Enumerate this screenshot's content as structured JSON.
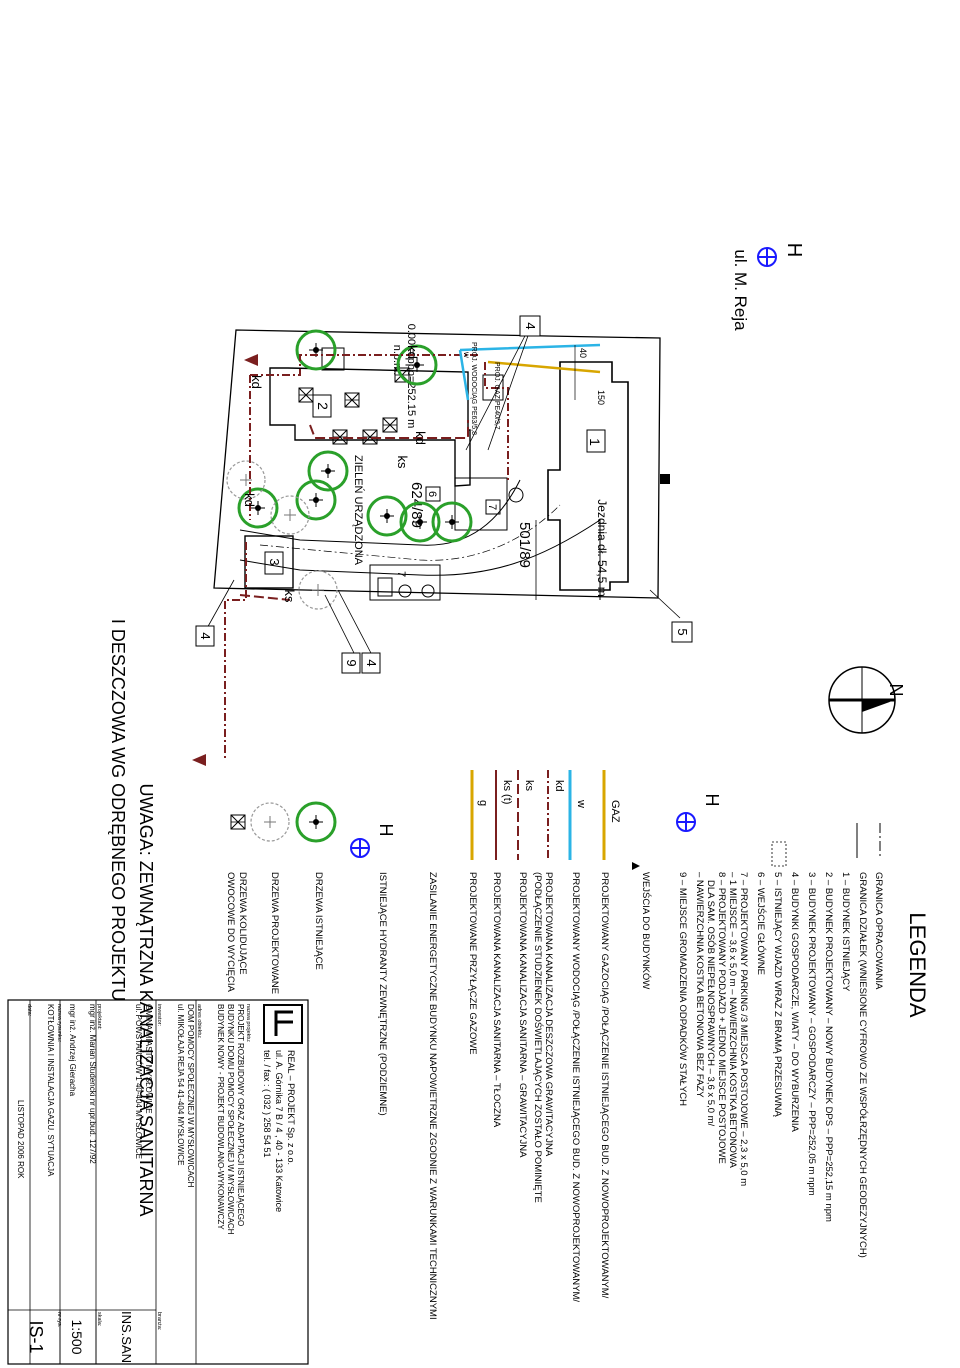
{
  "sheet": {
    "legend_title": "LEGENDA",
    "street": "ul. M. Reja",
    "hydrant_letter": "H",
    "north": "N",
    "warning_line1": "UWAGA: ZEWNĄTRZNA KANALIZACJA SANITARNA",
    "warning_line2": "I DESZCZOWA WG ODRĘBNEGO PROJEKTU"
  },
  "plan": {
    "height_line1": "0.00 = ppp=252.15 m",
    "height_line2": "n.p.m.",
    "parcel_1": "624/89",
    "parcel_2": "501/89",
    "green_area": "ZIELEŃ URZĄDZONA",
    "roadway": "Jezdnia   dł. 54,5 m",
    "pipe_water": "PROJ. WODOCIĄG PE63/5,8",
    "pipe_gas": "PROJ. GAZ PE40/3,7",
    "dim_40": "40",
    "dim_150": "150",
    "kd": "kd",
    "ks": "ks",
    "w": "w",
    "num1": "1",
    "num2": "2",
    "num3": "3",
    "num4": "4",
    "num5": "5",
    "num6": "6",
    "num7": "7",
    "num9": "9"
  },
  "legend": {
    "items": [
      "GRANICA OPRACOWANIA",
      "GRANICA DZIAŁEK (WNIESIONE CYFROWO ZE WSPÓŁRZĘDNYCH GEODEZYJNYCH)",
      "1 – BUDYNEK ISTNIEJĄCY",
      "2 – BUDYNEK PROJEKTOWANY – NOWY BUDYNEK DPS – PPP=252,15 m npm",
      "3 – BUDYNEK PROJEKTOWANY – GOSPODARCZY – PPP=252,05 m npm",
      "4 – BUDYNKI GOSPODARCZE, WIATY – DO WYBURZENIA",
      "5 – ISTNIEJĄCY WJAZD WRAZ Z BRAMĄ PRZESUWNĄ",
      "6 – WEJŚCIE GŁÓWNE",
      "7 – PROJEKTOWANY PARKING /3 MIEJSCA POSTOJOWE – 2,3 x 5,0 m",
      "– 1 MIEJSCE – 3,6 x 5,0 m – NAWIERZCHNIA KOSTKA BETONOWA",
      "8 – PROJEKTOWANY PODJAZD + JEDNO MIEJSCE POSTOJOWE",
      "DLA SAM. OSÓB NIEPEŁNOSPRAWNYCH – 3,6 x 5,0 m/",
      "– NAWIERZCHNIA KOSTKA BETONOWA BEZ FAZY",
      "9 – MIEJSCE GROMADZENIA ODPADKÓW STAŁYCH",
      "WEJŚCIA DO BUDYNKÓW"
    ],
    "lines": [
      {
        "tag": "GAZ",
        "text": "PROJEKTOWANY GAZOCIĄG /POŁĄCZENIE ISTNIEJĄCEGO BUD. Z NOWOPROJEKTOWANYM/"
      },
      {
        "tag": "w",
        "text": "PROJEKTOWANY WODOCIĄG /POŁĄCZENIE ISTNIEJĄCEGO BUD. Z NOWOPROJEKTOWANYM/"
      },
      {
        "tag": "kd",
        "text": "PROJEKTOWANA KANALIZACJA DESZCZOWA GRAWITACYJNA"
      },
      {
        "tag": "",
        "text": "(PODŁĄCZENIE STUDZIENEK DOŚWIETLAJĄCYCH ZOSTAŁO POMINIĘTE"
      },
      {
        "tag": "ks",
        "text": "PROJEKTOWANA KANALIZACJA SANITARNA – GRAWITACYJNA"
      },
      {
        "tag": "ks (t)",
        "text": "PROJEKTOWANA KANALIZACJA SANITARNA – TŁOCZNA"
      },
      {
        "tag": "g",
        "text": "PROJEKTOWANE PRZYŁĄCZE GAZOWE"
      }
    ],
    "energy": "ZASILANIE ENERGETYCZNE BUDYNKU NAPOWIETRZNE ZGODNIE Z WARUNKAMI TECHNICZNYMI",
    "hydrant": "ISTNIEJĄCE HYDRANTY ZEWNĘTRZNE (PODZIEMNE)",
    "tree_existing": "DRZEWA ISTNIEJĄCE",
    "tree_projected": "DRZEWA PROJEKTOWANE",
    "tree_collide1": "DRZEWA KOLIDUJĄCE",
    "tree_collide2": "OWOCOWE DO WYCIĘCIA"
  },
  "titleblock": {
    "company": "REAL – PROJEKT Sp. z o.o.",
    "address": "ul. A. Górnika 7 B / 4 , 40 - 133 Katowice",
    "phone": "tel. / fax : ( 032 ) 258 54 51",
    "project_label": "nazwa projektu:",
    "project_l1": "PROJEKT ROZBUDOWY ORAZ ADAPTACJI ISTNIEJĄCEGO",
    "project_l2": "BUDYNKU DOMU POMOCY SPOŁECZNEJ W MYSŁOWICACH",
    "project_l3": "BUDYNEK NOWY - PROJEKT BUDOWLANO-WYKONAWCZY",
    "object_label": "adres obiektu:",
    "object_l1": "DOM POMOCY SPOŁECZNEJ W MYSŁOWICACH",
    "object_l2": "ul. MIKOŁAJA REJA 54  41-404  MYSŁOWICE",
    "investor_label": "inwestor:",
    "investor_l1": "GMINA MIASTO MYSŁOWICE",
    "investor_l2": "ul. POWSTAŃCÓW 1  40-404  MYSŁOWICE",
    "branch_label": "branża:",
    "branch": "INS.SAN",
    "designer_label": "projektant:",
    "designer": "mgr inż.  Marian  Studencki  nr upr.bud. 127/92",
    "scale_label": "skala:",
    "scale": "1:500",
    "drafter": "mgr inż.  Andrzej  Gieracha",
    "drawing_label": "nazwa rysunku:",
    "drawing": "KOTŁOWNIA I INSTALACJA GAZU.  SYTUACJA",
    "number_label": "nr rys.",
    "number": "IS-1",
    "date_label": "data:",
    "date": "LISTOPAD 2006 ROK"
  }
}
